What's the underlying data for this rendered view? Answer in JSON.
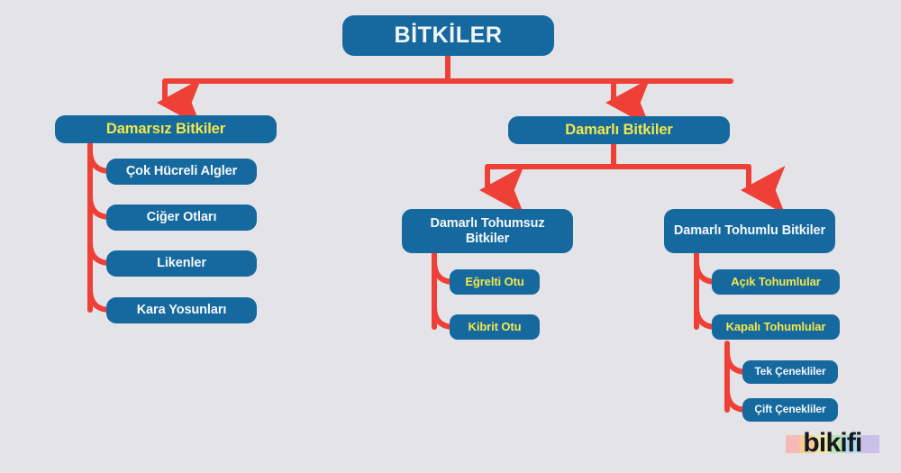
{
  "diagram": {
    "title": "BİTKİLER",
    "background_color": "#e4e4e8",
    "node_color": "#16699f",
    "connector_color": "#ee4037",
    "text_color_primary": "#f4f7fa",
    "text_color_accent": "#f2e84a",
    "root": {
      "label": "BİTKİLER",
      "text_style": "white"
    },
    "branches": [
      {
        "label": "Damarsız Bitkiler",
        "text_style": "yellow",
        "children": [
          {
            "label": "Çok Hücreli Algler",
            "text_style": "white"
          },
          {
            "label": "Ciğer Otları",
            "text_style": "white"
          },
          {
            "label": "Likenler",
            "text_style": "white"
          },
          {
            "label": "Kara Yosunları",
            "text_style": "white"
          }
        ]
      },
      {
        "label": "Damarlı Bitkiler",
        "text_style": "yellow",
        "children": [
          {
            "label": "Damarlı Tohumsuz Bitkiler",
            "text_style": "white",
            "children": [
              {
                "label": "Eğrelti Otu",
                "text_style": "yellow"
              },
              {
                "label": "Kibrit Otu",
                "text_style": "yellow"
              }
            ]
          },
          {
            "label": "Damarlı Tohumlu Bitkiler",
            "text_style": "white",
            "children": [
              {
                "label": "Açık Tohumlular",
                "text_style": "yellow"
              },
              {
                "label": "Kapalı Tohumlular",
                "text_style": "yellow",
                "children": [
                  {
                    "label": "Tek Çenekliler",
                    "text_style": "white"
                  },
                  {
                    "label": "Çift Çenekliler",
                    "text_style": "white"
                  }
                ]
              }
            ]
          }
        ]
      }
    ]
  },
  "watermark": {
    "label": "bikifi"
  }
}
